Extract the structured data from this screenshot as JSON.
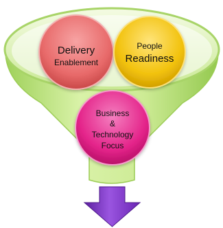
{
  "diagram": {
    "type": "funnel",
    "colors": {
      "funnel_green": "#b9e27a",
      "funnel_light": "#e3f6c2",
      "delivery_red": "#e86a6a",
      "people_gold": "#f2c20d",
      "business_pink": "#e4248a",
      "arrow_purple": "#7a2fc4"
    },
    "circles": {
      "delivery": {
        "line1": "Delivery",
        "line2": "Enablement"
      },
      "people": {
        "line1": "People",
        "line2": "Readiness"
      },
      "business": {
        "line1": "Business",
        "line2": "&",
        "line3": "Technology",
        "line4": "Focus"
      }
    },
    "arrow_icon": "down-arrow-icon"
  }
}
